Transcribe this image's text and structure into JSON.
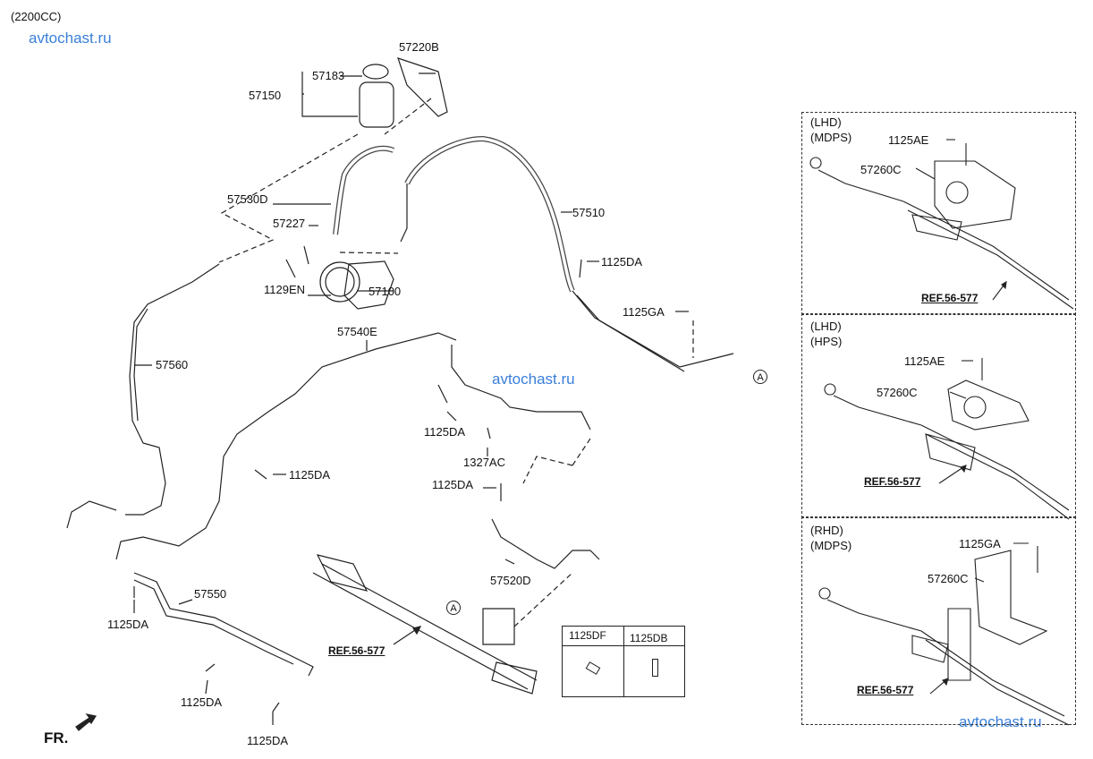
{
  "header": {
    "engine": "(2200CC)"
  },
  "watermarks": [
    "avtochast.ru",
    "avtochast.ru",
    "avtochast.ru"
  ],
  "labels": {
    "p57220B": "57220B",
    "p57183": "57183",
    "p57150": "57150",
    "p57530D": "57530D",
    "p57227": "57227",
    "p1129EN": "1129EN",
    "p57100": "57100",
    "p57510": "57510",
    "p1125DA_a": "1125DA",
    "p1125GA": "1125GA",
    "p57540E": "57540E",
    "p57560": "57560",
    "p1125DA_b": "1125DA",
    "p1327AC": "1327AC",
    "p1125DA_c": "1125DA",
    "p1125DA_d": "1125DA",
    "p57520D": "57520D",
    "p57550": "57550",
    "p1125DA_e": "1125DA",
    "p1125DA_f": "1125DA",
    "p1125DA_g": "1125DA",
    "ref_main": "REF.56-577",
    "circle_a1": "A",
    "circle_a2": "A",
    "fr": "FR."
  },
  "fastener_table": {
    "col1": "1125DF",
    "col2": "1125DB"
  },
  "panels": [
    {
      "line1": "(LHD)",
      "line2": "(MDPS)",
      "bolt": "1125AE",
      "cover": "57260C",
      "ref": "REF.56-577"
    },
    {
      "line1": "(LHD)",
      "line2": "(HPS)",
      "bolt": "1125AE",
      "cover": "57260C",
      "ref": "REF.56-577"
    },
    {
      "line1": "(RHD)",
      "line2": "(MDPS)",
      "bolt": "1125GA",
      "cover": "57260C",
      "ref": "REF.56-577"
    }
  ],
  "icons": [
    "arrow-icon",
    "bolt-icon",
    "hose-clip-icon"
  ]
}
